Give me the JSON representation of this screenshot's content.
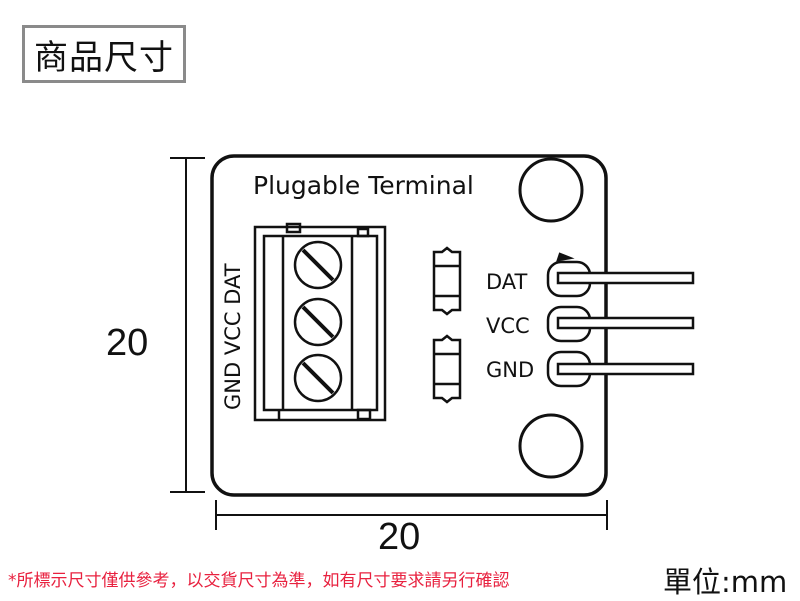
{
  "title": "商品尺寸",
  "board": {
    "name": "Plugable Terminal",
    "side_label": "GND VCC DAT",
    "pins": [
      "DAT",
      "VCC",
      "GND"
    ]
  },
  "dimensions": {
    "height": "20",
    "width": "20"
  },
  "footnote": "*所標示尺寸僅供參考，以交貨尺寸為準，如有尺寸要求請另行確認",
  "unit": "單位:mm"
}
